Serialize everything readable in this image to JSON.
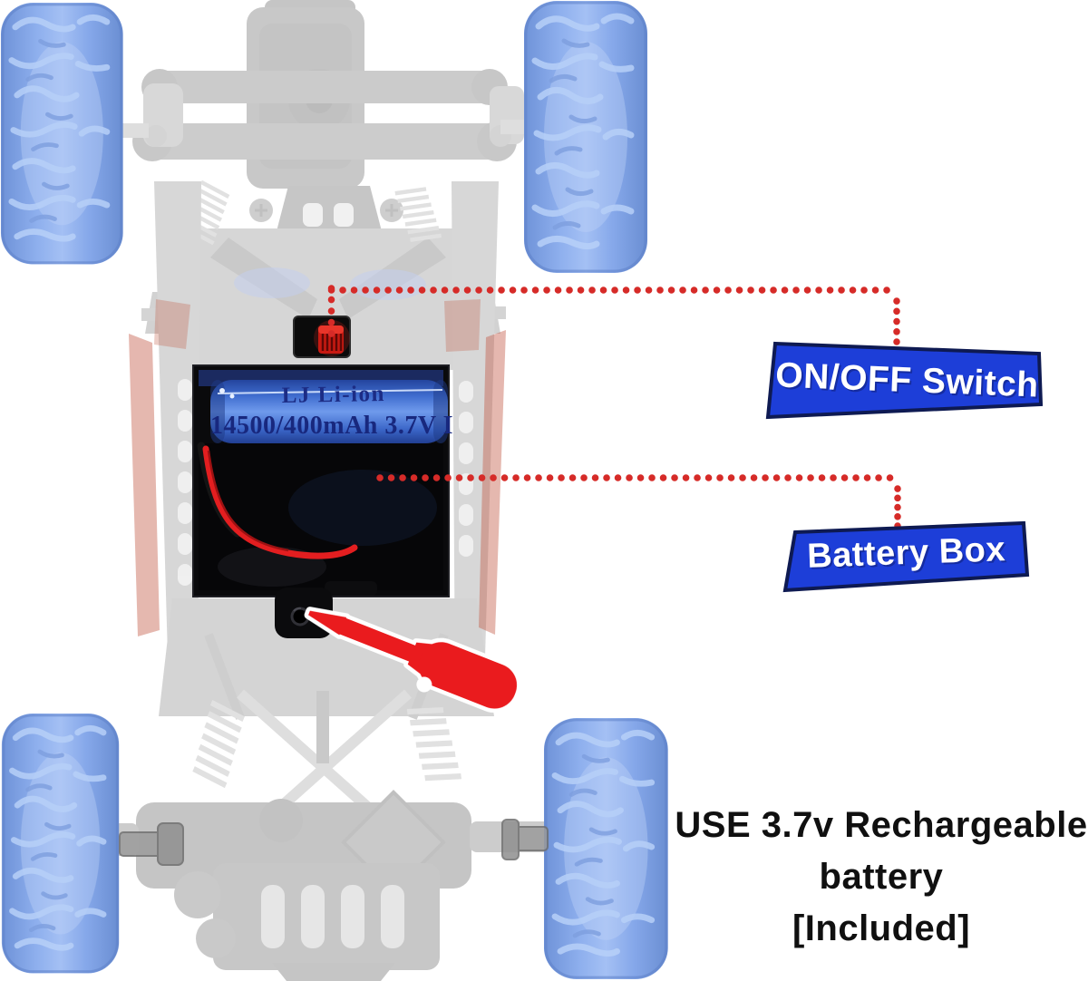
{
  "product_labels": {
    "on_off_switch": "ON/OFF Switch",
    "battery_box": "Battery Box"
  },
  "battery": {
    "brand": "LJ Li-ion",
    "spec": "14500/400mAh 3.7V I"
  },
  "note": {
    "line1": "USE 3.7v Rechargeable",
    "line2": "battery",
    "line3": "[Included]"
  },
  "colors": {
    "banner_blue": "#1d3ed8",
    "banner_border": "#0e1a52",
    "banner_text": "#ffffff",
    "leader_red": "#d62b28",
    "tool_red": "#ea1b1e",
    "tire_blue": "#87a8ea",
    "battery_blue": "#4a77d8",
    "battery_text_blue": "#1c2c85",
    "note_text": "#101010",
    "background": "#ffffff"
  },
  "icons": {
    "power_switch": "power-switch-icon",
    "screwdriver": "screwdriver-icon",
    "leader_lines": "dotted-leader-line"
  }
}
